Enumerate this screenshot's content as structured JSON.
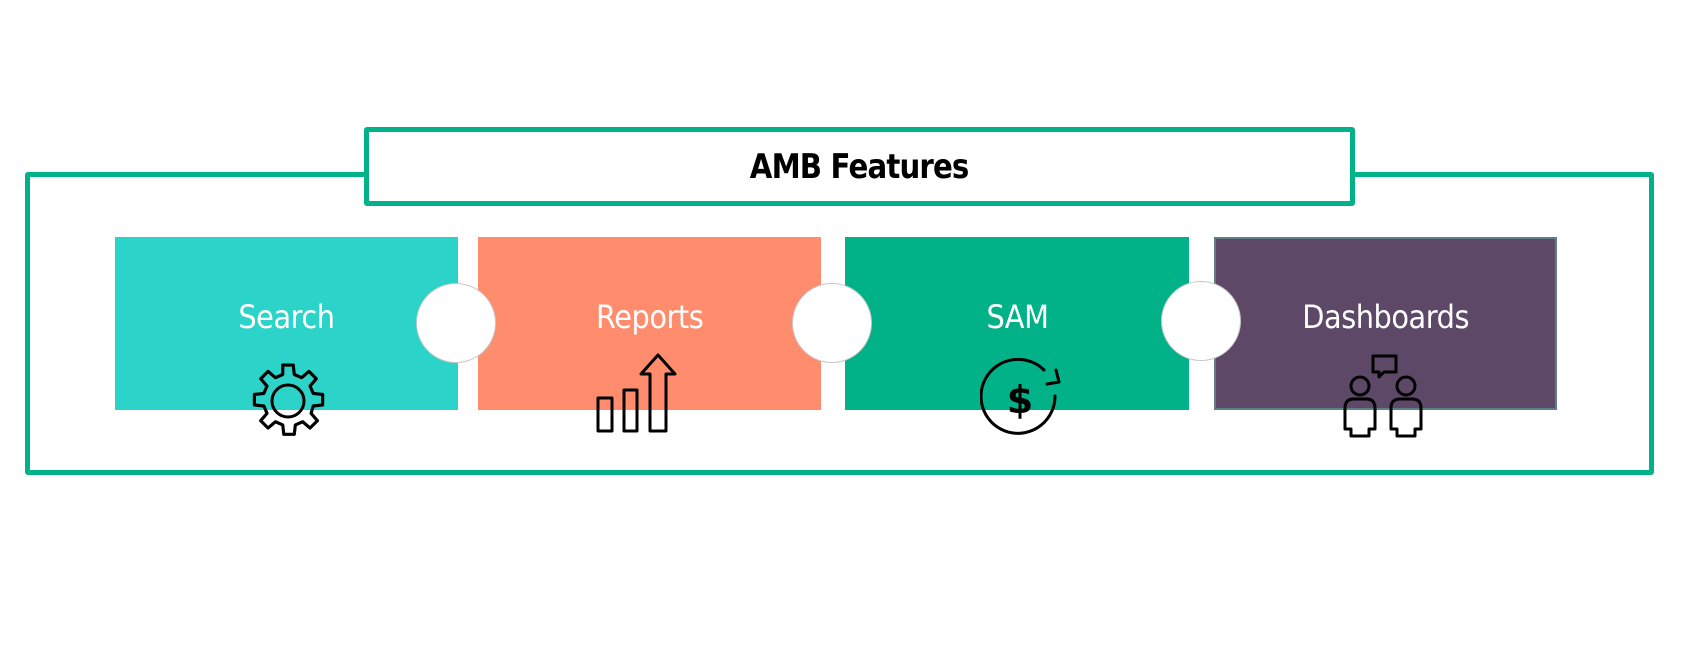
{
  "title": "AMB Features",
  "features": [
    {
      "label": "Search",
      "color": "#2CD3C8",
      "icon": "gear-icon"
    },
    {
      "label": "Reports",
      "color": "#FF8D6D",
      "icon": "bar-chart-arrow-icon"
    },
    {
      "label": "SAM",
      "color": "#01B188",
      "icon": "dollar-refresh-icon"
    },
    {
      "label": "Dashboards",
      "color": "#5E4867",
      "icon": "people-chat-icon"
    }
  ],
  "frame_color": "#01B188"
}
